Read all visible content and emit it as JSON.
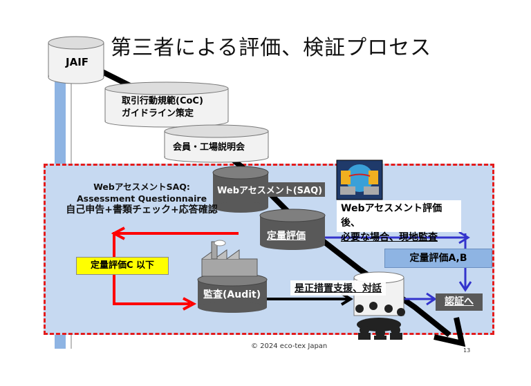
{
  "title": "第三者による評価、検証プロセス",
  "nodes": {
    "jaif": "JAIF",
    "coc_line1": "取引行動規範(CoC)",
    "coc_line2": "ガイドライン策定",
    "briefing": "会員・工場説明会",
    "web_saq": "Webアセスメント(SAQ)",
    "quant_eval": "定量評価",
    "audit": "監査(Audit)",
    "corrective": "是正措置支援、対話",
    "quant_c": "定量評価C 以下",
    "quant_ab": "定量評価A,B",
    "to_cert": "認証へ"
  },
  "saq_desc": {
    "line1": "WebアセスメントSAQ:",
    "line2": "Assessment Questionnaire",
    "line3": "自己申告+書類チェック+応答確認"
  },
  "onsite_note": {
    "line1": "Webアセスメント評価後、",
    "line2": "必要な場合、現地監査"
  },
  "footer": "© 2024 eco-tex Japan",
  "page_number": "13",
  "colors": {
    "dashed_border": "#e41c1c",
    "region_fill": "#c6d9f1",
    "red_arrow": "#ff0000",
    "blue_arrow": "#3333cc",
    "dark_cylinder": "#595959"
  }
}
